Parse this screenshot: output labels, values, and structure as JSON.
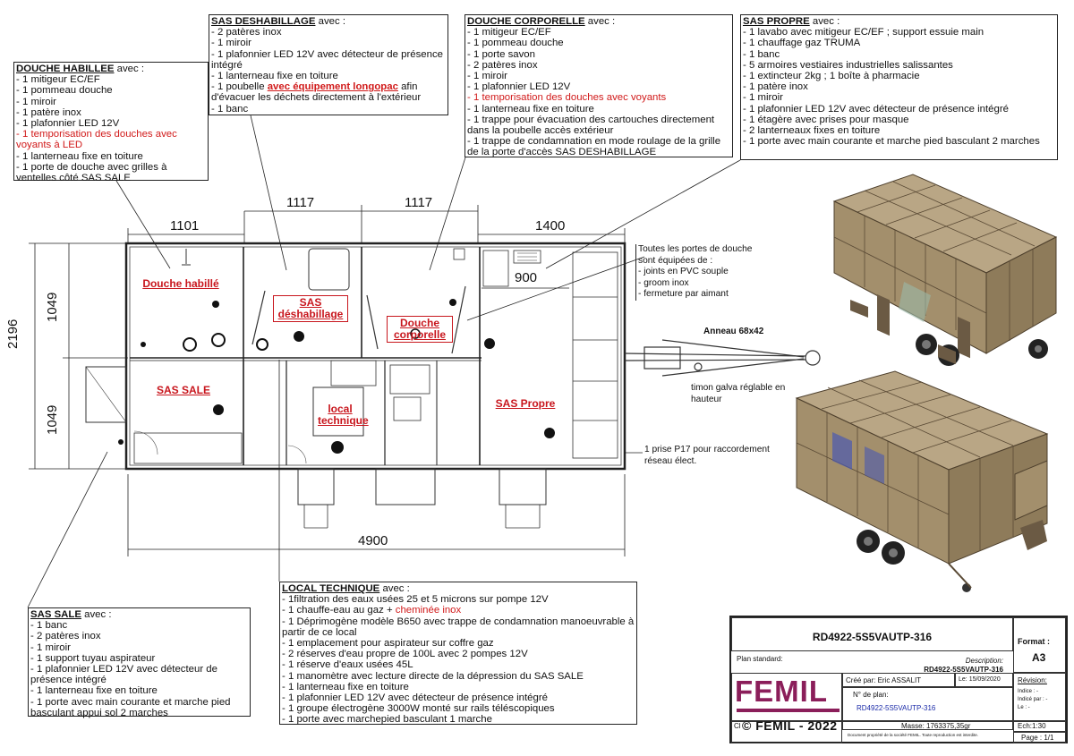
{
  "callouts": {
    "douche_habillee": {
      "title": "DOUCHE HABILLEE",
      "title_suffix": " avec :",
      "lines": [
        {
          "t": "- 1 mitigeur EC/EF",
          "c": ""
        },
        {
          "t": "- 1 pommeau douche",
          "c": ""
        },
        {
          "t": "- 1 miroir",
          "c": ""
        },
        {
          "t": "- 1 patère inox",
          "c": ""
        },
        {
          "t": "- 1 plafonnier LED 12V",
          "c": ""
        },
        {
          "t": "- 1 temporisation des douches avec voyants à LED",
          "c": "red"
        },
        {
          "t": "- 1 lanterneau fixe en toiture",
          "c": ""
        },
        {
          "t": "- 1 porte de douche avec grilles à ventelles côté SAS SALE",
          "c": ""
        }
      ]
    },
    "sas_deshabillage": {
      "title": "SAS DESHABILLAGE",
      "title_suffix": " avec :",
      "lines": [
        {
          "t": "- 2 patères inox",
          "c": ""
        },
        {
          "t": "- 1 miroir",
          "c": ""
        },
        {
          "t": "- 1 plafonnier LED 12V avec détecteur de présence intégré",
          "c": ""
        },
        {
          "t": "- 1 lanterneau fixe en toiture",
          "c": ""
        }
      ],
      "poubelle_pre": "- 1 poubelle ",
      "poubelle_red": "avec équipement longopac",
      "poubelle_post": " afin d'évacuer les déchets directement à l'extérieur",
      "last": "- 1 banc"
    },
    "douche_corporelle": {
      "title": "DOUCHE CORPORELLE",
      "title_suffix": " avec :",
      "lines": [
        {
          "t": "- 1 mitigeur EC/EF",
          "c": ""
        },
        {
          "t": "- 1 pommeau douche",
          "c": ""
        },
        {
          "t": "- 1 porte savon",
          "c": ""
        },
        {
          "t": "- 2 patères inox",
          "c": ""
        },
        {
          "t": "- 1 miroir",
          "c": ""
        },
        {
          "t": "- 1 plafonnier LED 12V",
          "c": ""
        },
        {
          "t": "- 1 temporisation des douches avec voyants",
          "c": "red"
        },
        {
          "t": "- 1 lanterneau fixe en toiture",
          "c": ""
        },
        {
          "t": "- 1 trappe pour évacuation des cartouches directement dans la poubelle accès extérieur",
          "c": ""
        },
        {
          "t": "- 1 trappe de condamnation en mode roulage de la grille de la porte d'accès SAS DESHABILLAGE",
          "c": ""
        }
      ]
    },
    "sas_propre": {
      "title": "SAS PROPRE",
      "title_suffix": " avec :",
      "lines": [
        {
          "t": "- 1 lavabo avec mitigeur EC/EF ; support essuie main",
          "c": ""
        },
        {
          "t": "- 1 chauffage gaz TRUMA",
          "c": ""
        },
        {
          "t": "- 1 banc",
          "c": ""
        },
        {
          "t": "- 5 armoires vestiaires industrielles salissantes",
          "c": ""
        },
        {
          "t": "- 1 extincteur 2kg ; 1 boîte à pharmacie",
          "c": ""
        },
        {
          "t": "- 1 patère inox",
          "c": ""
        },
        {
          "t": "- 1 miroir",
          "c": ""
        },
        {
          "t": "- 1 plafonnier LED 12V avec détecteur de présence intégré",
          "c": ""
        },
        {
          "t": "- 1 étagère avec prises pour masque",
          "c": ""
        },
        {
          "t": "- 2 lanterneaux fixes en toiture",
          "c": ""
        },
        {
          "t": "- 1 porte avec main courante et marche pied basculant 2 marches",
          "c": ""
        }
      ]
    },
    "sas_sale": {
      "title": "SAS SALE",
      "title_suffix": " avec :",
      "lines": [
        {
          "t": "- 1 banc",
          "c": ""
        },
        {
          "t": "- 2 patères inox",
          "c": ""
        },
        {
          "t": "- 1 miroir",
          "c": ""
        },
        {
          "t": "- 1 support tuyau aspirateur",
          "c": ""
        },
        {
          "t": "- 1 plafonnier LED 12V avec détecteur de présence intégré",
          "c": ""
        },
        {
          "t": "- 1 lanterneau fixe en toiture",
          "c": ""
        },
        {
          "t": "- 1 porte avec main courante et marche pied basculant appui sol 2 marches",
          "c": ""
        }
      ]
    },
    "local_technique": {
      "title": "LOCAL TECHNIQUE",
      "title_suffix": " avec :",
      "l1": "- 1filtration des eaux usées 25 et 5 microns sur pompe 12V",
      "l2_pre": "- 1 chauffe-eau au gaz + ",
      "l2_red": "cheminée inox",
      "l3": "- 1 Déprimogène modèle B650 avec trappe de condamnation manoeuvrable à partir de ce local",
      "lines": [
        {
          "t": "- 1 emplacement pour aspirateur sur coffre gaz",
          "c": ""
        },
        {
          "t": "- 2 réserves d'eau propre de 100L avec 2 pompes 12V",
          "c": ""
        },
        {
          "t": "- 1 réserve d'eaux usées 45L",
          "c": ""
        },
        {
          "t": "- 1 manomètre avec lecture directe de la dépression du SAS SALE",
          "c": ""
        },
        {
          "t": "- 1 lanterneau fixe en toiture",
          "c": ""
        },
        {
          "t": "- 1 plafonnier LED 12V avec détecteur de présence intégré",
          "c": ""
        },
        {
          "t": "- 1 groupe électrogène 3000W monté sur rails téléscopiques",
          "c": ""
        },
        {
          "t": "- 1 porte avec marchepied basculant 1 marche",
          "c": ""
        }
      ]
    }
  },
  "plan": {
    "dims": {
      "w1101": "1101",
      "w1117a": "1117",
      "w1117b": "1117",
      "w1400": "1400",
      "w900": "900",
      "w4900": "4900",
      "h2196": "2196",
      "h1049a": "1049",
      "h1049b": "1049"
    },
    "rooms": {
      "douche_habille": "Douche habillé",
      "sas_deshabillage": "SAS déshabillage",
      "douche_corporelle": "Douche corporelle",
      "sas_sale": "SAS SALE",
      "local_technique": "local technique",
      "sas_propre": "SAS Propre"
    },
    "notes": {
      "portes": [
        "Toutes les portes de douche",
        "sont équipées de :",
        "- joints en PVC souple",
        "- groom inox",
        "- fermeture par aimant"
      ],
      "anneau": "Anneau 68x42",
      "timon": "timon galva réglable en hauteur",
      "prise": "1 prise P17 pour raccordement réseau élect."
    }
  },
  "title_block": {
    "ref": "RD4922-5S5VAUTP-316",
    "plan_standard_label": "Plan standard:",
    "description_label": "Description:",
    "description_value": "RD4922-5S5VAUTP-316",
    "format_label": "Format :",
    "format_value": "A3",
    "brand": "FEMIL",
    "cree_par_label": "Créé par:",
    "cree_par_value": "Eric ASSALIT",
    "le_label": "Le:",
    "le_value": "15/09/2020",
    "revision_label": "Révision:",
    "indice_label": "Indice : -",
    "indice_par_label": "Indicé par : -",
    "indice_le_label": "Le : -",
    "num_plan_label": "N° de plan:",
    "num_plan_value": "RD4922-5S5VAUTP-316",
    "masse": "Masse: 1763375,35gr",
    "echelle": "Ech:1:30",
    "cl_label": "Cl",
    "page": "Page : 1/1",
    "copyright": "© FEMIL - 2022",
    "legal": "Document propriété de la société FEMIL. Toute reproduction est interdite."
  },
  "colors": {
    "accent_red": "#d11a1a",
    "brand_magenta": "#8b1e5a",
    "frame_brown": "#6b5a44",
    "panel_tan": "#b9a685"
  }
}
